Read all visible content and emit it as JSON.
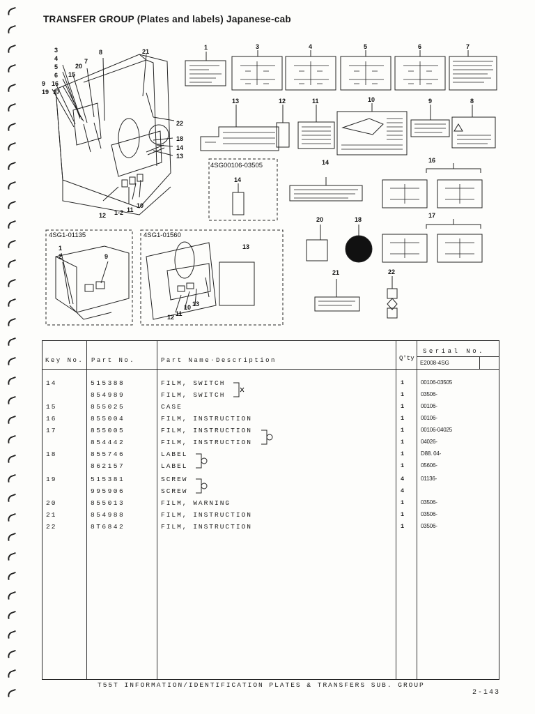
{
  "document": {
    "title": "TRANSFER GROUP (Plates and labels) Japanese-cab",
    "footer": "T55T  INFORMATION/IDENTIFICATION PLATES & TRANSFERS SUB. GROUP",
    "page_number": "2-143"
  },
  "illustration": {
    "serial_ranges": [
      "4SG00106-03505",
      "4SG1-01135",
      "4SG1-01560"
    ],
    "callouts_main": [
      "3",
      "4",
      "5",
      "6",
      "20",
      "7",
      "8",
      "21",
      "15",
      "9",
      "16",
      "19",
      "17",
      "22",
      "18",
      "14",
      "13",
      "12",
      "1-2",
      "11",
      "10"
    ],
    "callouts_labels": [
      "1",
      "3",
      "4",
      "5",
      "6",
      "7",
      "13",
      "12",
      "11",
      "10",
      "9",
      "8",
      "14",
      "14",
      "16",
      "20",
      "18",
      "17",
      "21",
      "22"
    ],
    "callouts_inset1": [
      "1",
      "2",
      "9"
    ],
    "callouts_inset2": [
      "13",
      "10",
      "13",
      "12",
      "11"
    ]
  },
  "table": {
    "headers": {
      "key": "Key No.",
      "part": "Part No.",
      "name": "Part Name·Description",
      "qty": "Q'ty",
      "serial": "Serial No.",
      "serial_code": "E2008-4SG"
    },
    "rows": [
      {
        "key": "14",
        "part": "515388",
        "name": "FILM, SWITCH",
        "qty": "1",
        "serial": "00106-03505"
      },
      {
        "key": "",
        "part": "854989",
        "name": "FILM, SWITCH",
        "qty": "1",
        "serial": "03506-"
      },
      {
        "key": "15",
        "part": "855025",
        "name": "CASE",
        "qty": "1",
        "serial": "00106-"
      },
      {
        "key": "16",
        "part": "855004",
        "name": "FILM, INSTRUCTION",
        "qty": "1",
        "serial": "00106-"
      },
      {
        "key": "17",
        "part": "855005",
        "name": "FILM, INSTRUCTION",
        "qty": "1",
        "serial": "00106-04025"
      },
      {
        "key": "",
        "part": "854442",
        "name": "FILM, INSTRUCTION",
        "qty": "1",
        "serial": "04026-"
      },
      {
        "key": "18",
        "part": "855746",
        "name": "LABEL",
        "qty": "1",
        "serial": "D88. 04-"
      },
      {
        "key": "",
        "part": "862157",
        "name": "LABEL",
        "qty": "1",
        "serial": "05606-"
      },
      {
        "key": "19",
        "part": "515381",
        "name": "SCREW",
        "qty": "4",
        "serial": "01136-"
      },
      {
        "key": "",
        "part": "995906",
        "name": "SCREW",
        "qty": "4",
        "serial": ""
      },
      {
        "key": "20",
        "part": "855013",
        "name": "FILM, WARNING",
        "qty": "1",
        "serial": "03506-"
      },
      {
        "key": "21",
        "part": "854988",
        "name": "FILM, INSTRUCTION",
        "qty": "1",
        "serial": "03506-"
      },
      {
        "key": "22",
        "part": "8T6842",
        "name": "FILM, INSTRUCTION",
        "qty": "1",
        "serial": "03506-"
      }
    ]
  }
}
